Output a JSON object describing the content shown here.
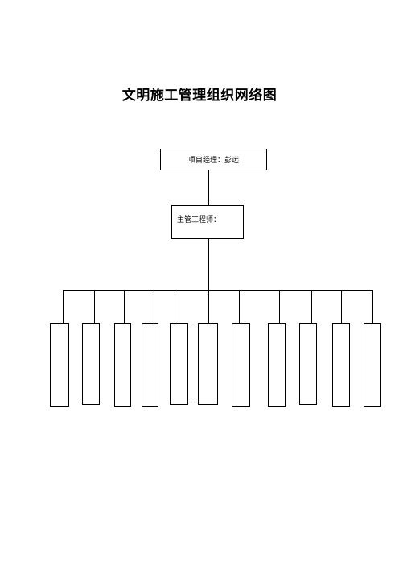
{
  "title": "文明施工管理组织网络图",
  "manager": {
    "label": "项目经理：彭远"
  },
  "chief_engineer": {
    "label": "主管工程师："
  },
  "branches": [
    {
      "label": ""
    },
    {
      "label": ""
    },
    {
      "label": ""
    },
    {
      "label": ""
    },
    {
      "label": ""
    },
    {
      "label": ""
    },
    {
      "label": ""
    },
    {
      "label": ""
    },
    {
      "label": ""
    },
    {
      "label": ""
    },
    {
      "label": ""
    }
  ]
}
